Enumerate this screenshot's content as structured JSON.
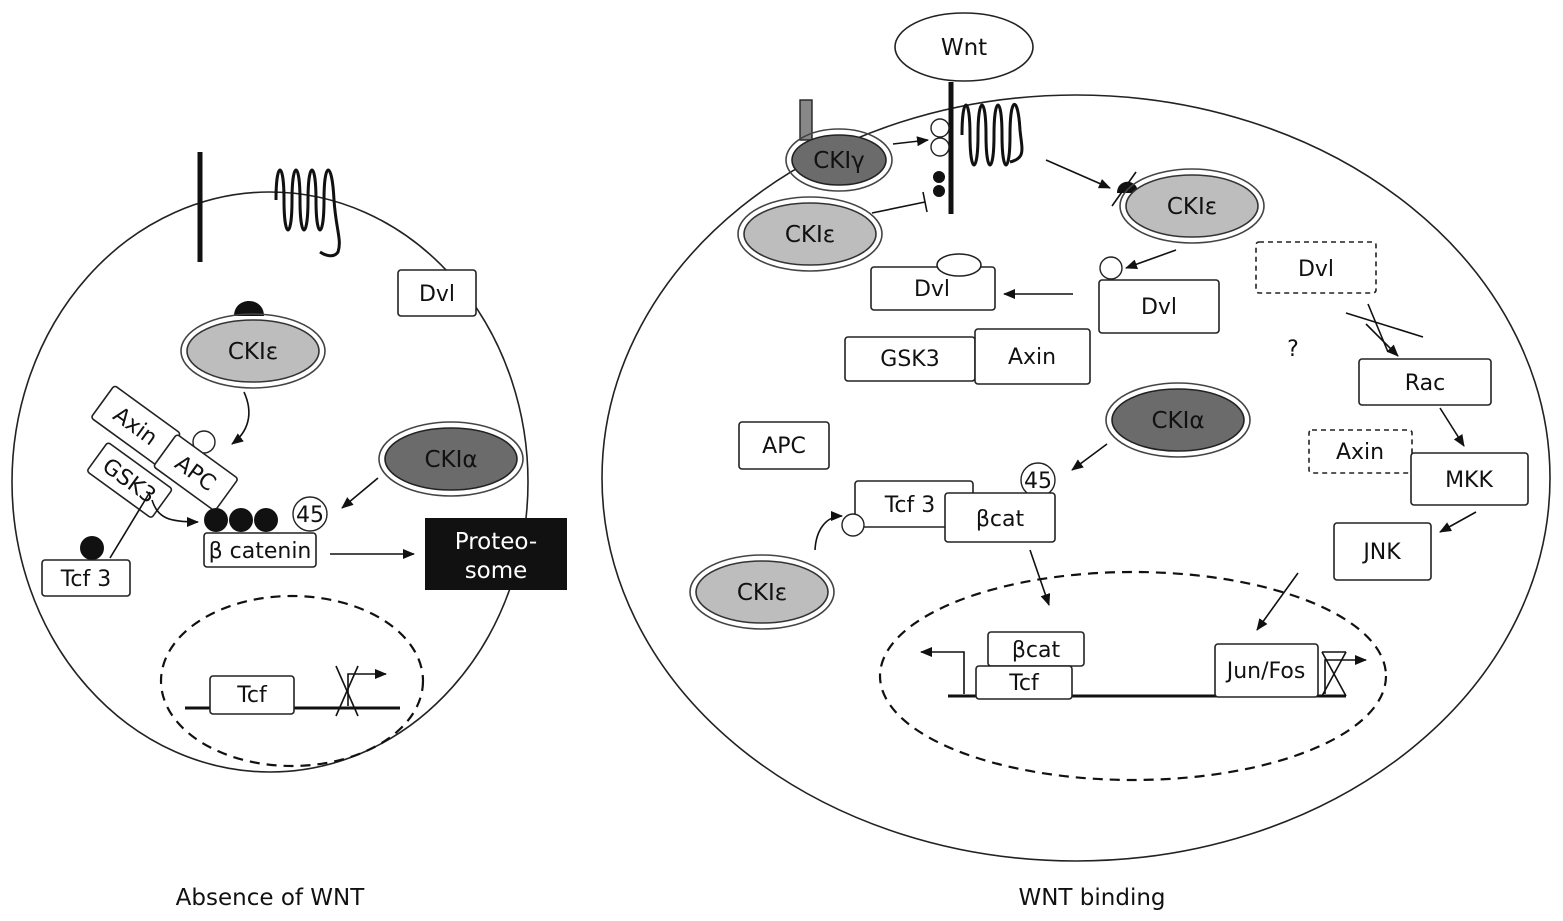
{
  "left_panel": {
    "caption": "Absence of WNT",
    "dvl": "Dvl",
    "cki_epsilon": "CKIε",
    "cki_alpha": "CKIα",
    "axin": "Axin",
    "apc": "APC",
    "gsk3": "GSK3",
    "tcf3": "Tcf 3",
    "p45": "45",
    "beta_catenin": "β catenin",
    "proteosome_line1": "Proteo-",
    "proteosome_line2": "some",
    "tcf": "Tcf"
  },
  "right_panel": {
    "caption": "WNT binding",
    "wnt": "Wnt",
    "cki_gamma": "CKIγ",
    "cki_epsilon_top": "CKIε",
    "cki_epsilon_right": "CKIε",
    "cki_epsilon_bottom": "CKIε",
    "cki_alpha": "CKIα",
    "dvl_left": "Dvl",
    "dvl_center": "Dvl",
    "dvl_dashed": "Dvl",
    "gsk3": "GSK3",
    "axin": "Axin",
    "question": "?",
    "rac": "Rac",
    "apc": "APC",
    "axin_dashed": "Axin",
    "mkk": "MKK",
    "p45": "45",
    "tcf3": "Tcf 3",
    "bcat": "βcat",
    "jnk": "JNK",
    "bcat_nucleus": "βcat",
    "tcf_nucleus": "Tcf",
    "jun_fos": "Jun/Fos"
  },
  "colors": {
    "light_kinase": "#bdbdbd",
    "dark_kinase": "#6b6b6b",
    "proteosome": "#111111"
  }
}
